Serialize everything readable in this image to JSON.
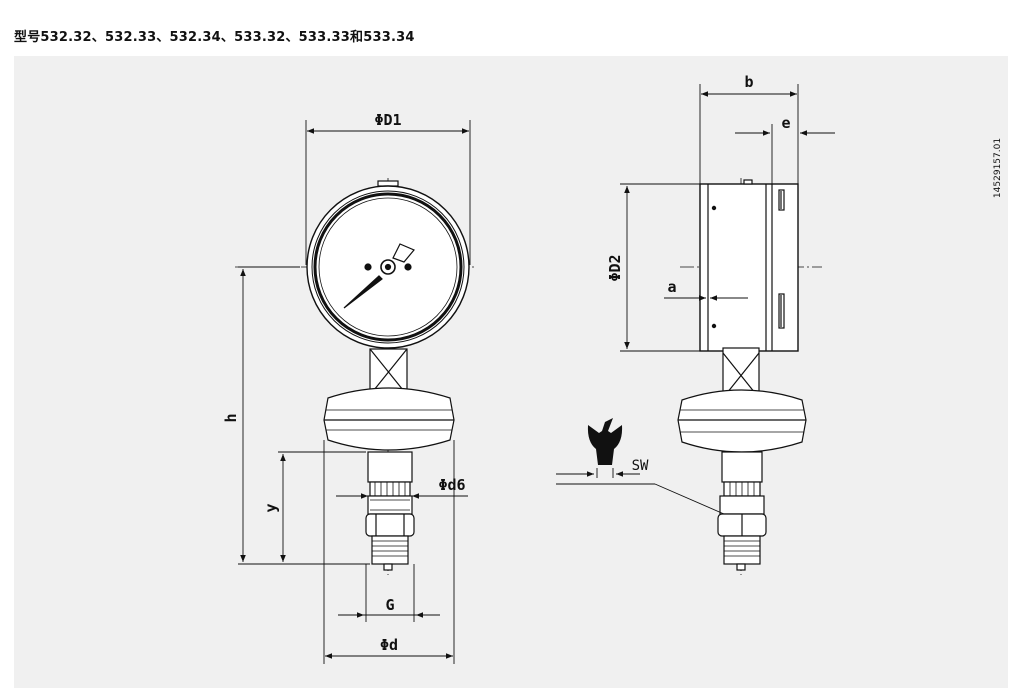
{
  "title": "型号532.32、532.33、532.34、533.32、533.33和533.34",
  "labels": {
    "D1": "ΦD1",
    "D2": "ΦD2",
    "b": "b",
    "e": "e",
    "a": "a",
    "h": "h",
    "y": "y",
    "d6": "Φd6",
    "G": "G",
    "d": "Φd",
    "SW": "SW"
  },
  "doc_id": "14529157.01"
}
